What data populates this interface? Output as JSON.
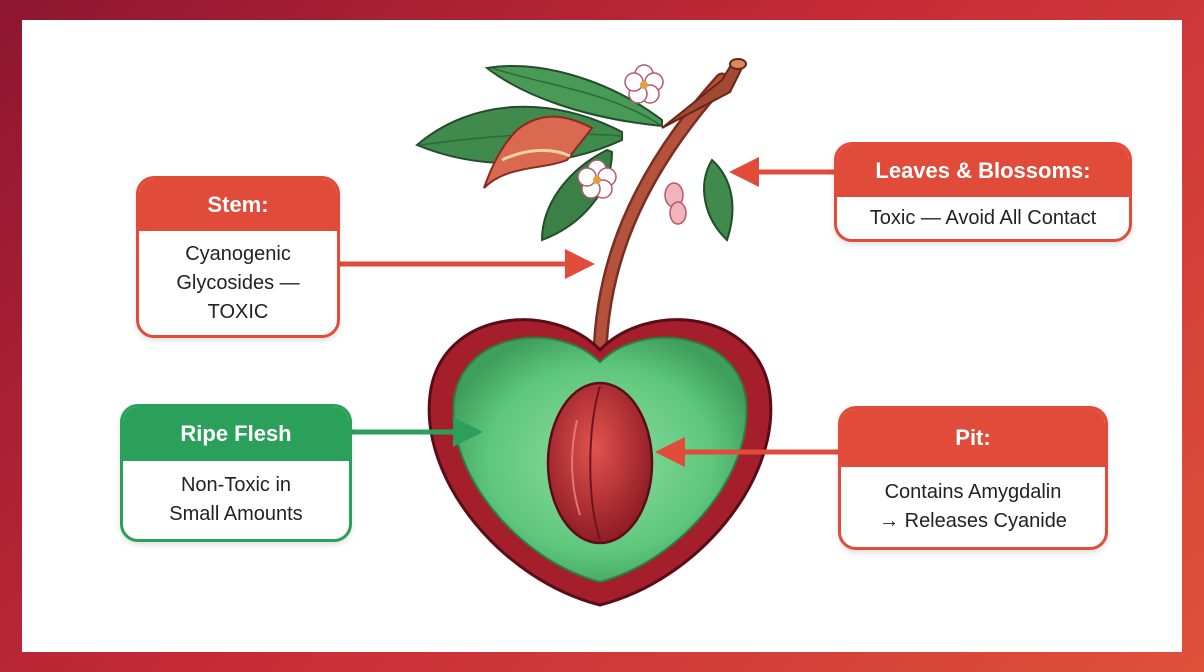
{
  "colors": {
    "frame_start": "#8e1630",
    "frame_end": "#e0503a",
    "toxic": "#e04b3a",
    "safe": "#2aa05a",
    "cherry_skin": "#a51e2c",
    "flesh": "#5ec77c",
    "pit": "#c2333a",
    "stem": "#b4523c",
    "leaf": "#3f8a4c",
    "blossom": "#ffffff"
  },
  "callouts": {
    "stem": {
      "title": "Stem:",
      "lines": [
        "Cyanogenic",
        "Glycosides —",
        "TOXIC"
      ],
      "status": "toxic"
    },
    "leaves": {
      "title": "Leaves & Blossoms:",
      "lines": [
        "Toxic — Avoid All Contact"
      ],
      "status": "toxic"
    },
    "flesh": {
      "title": "Ripe Flesh",
      "lines": [
        "Non-Toxic in",
        "Small Amounts"
      ],
      "status": "safe"
    },
    "pit": {
      "title": "Pit:",
      "lines": [
        "Contains Amygdalin",
        "→ Releases Cyanide"
      ],
      "status": "toxic"
    }
  }
}
